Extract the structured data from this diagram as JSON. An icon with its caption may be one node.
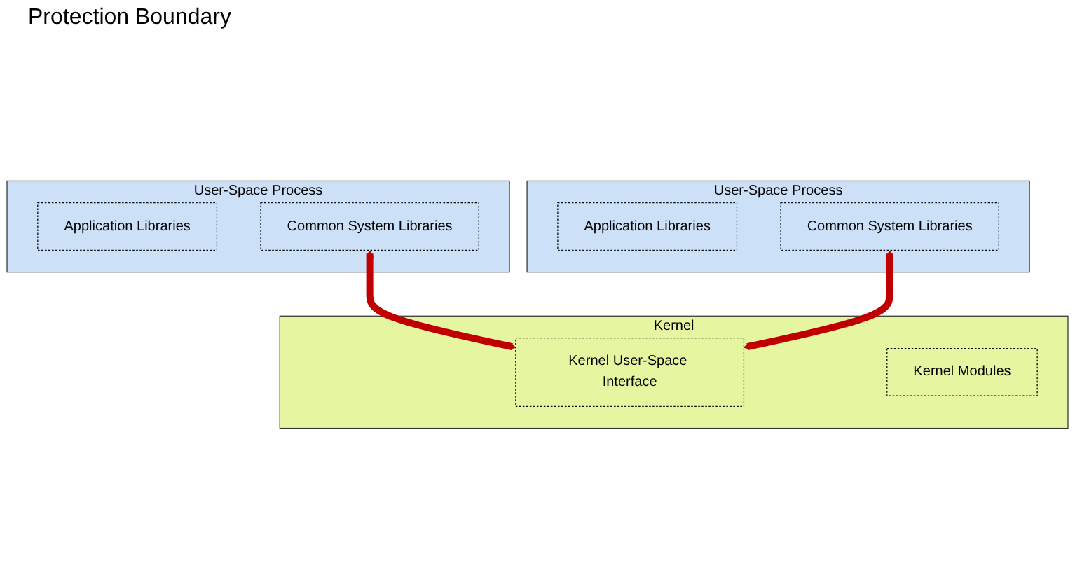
{
  "diagram": {
    "nodes": [
      {
        "text": [
          "User-Space Process"
        ]
      },
      {
        "text": [
          "Application Libraries"
        ],
        "in": 0
      },
      {
        "text": [
          "Common System Libraries"
        ],
        "in": 0
      },
      {
        "text": [
          "User-Space Process"
        ]
      },
      {
        "text": [
          "Application Libraries"
        ],
        "in": 3
      },
      {
        "text": [
          "Common System Libraries"
        ],
        "in": 3
      },
      {
        "text": [
          "Kernel"
        ]
      },
      {
        "text": [
          "Kernel User-Space Interface"
        ],
        "in": 6
      },
      {
        "text": [
          "Kernel Modules"
        ],
        "in": 6
      }
    ],
    "edges": [
      {
        "from": 2,
        "to": 7,
        "arrow": "both",
        "color": "#c00000"
      },
      {
        "from": 5,
        "to": 7,
        "arrow": "both",
        "color": "#c00000"
      }
    ],
    "labels": [
      "Protection Boundary"
    ]
  }
}
